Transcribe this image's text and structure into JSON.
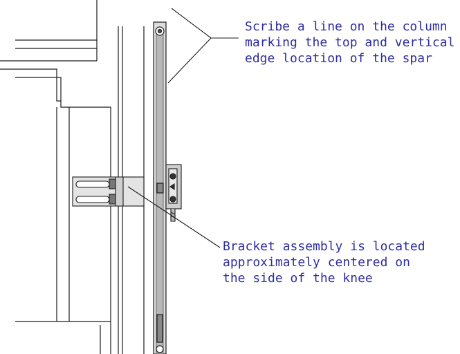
{
  "colors": {
    "annotation_text": "#2d2d9f",
    "line_art": "#1a1a1a",
    "rail_fill": "#dcdcdc",
    "rail_shade": "#b8b8b8",
    "bracket_fill": "#e4e4e4"
  },
  "annotations": {
    "scribe_note": {
      "lines": [
        "Scribe a line on the column",
        "marking the top and vertical",
        "edge location of the spar"
      ]
    },
    "bracket_note": {
      "lines": [
        "Bracket assembly  is located",
        "approximately centered on",
        "the side of the knee"
      ]
    }
  }
}
